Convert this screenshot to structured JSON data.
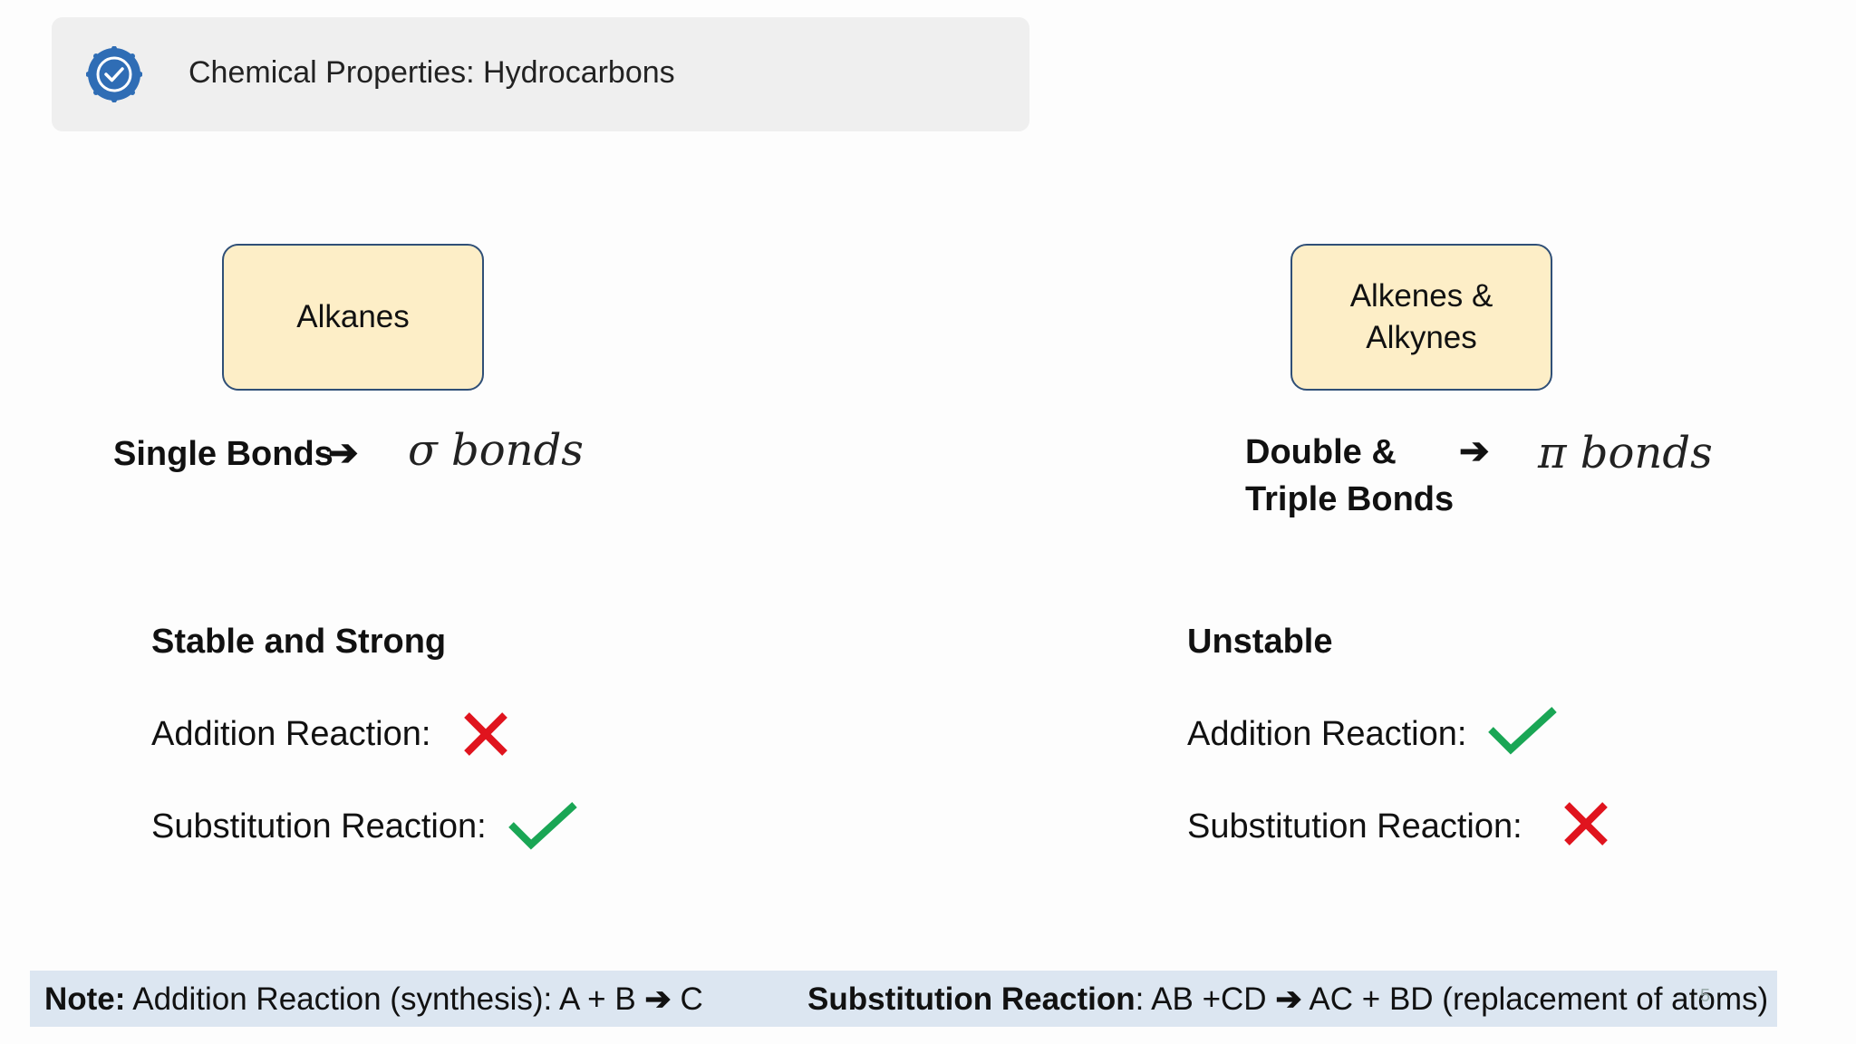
{
  "header": {
    "title": "Chemical Properties: Hydrocarbons",
    "badge_icon": "verified-badge-icon",
    "badge_color": "#2f6db5"
  },
  "left": {
    "box": {
      "lines": [
        "Alkanes"
      ]
    },
    "bond_label": [
      "Single Bonds"
    ],
    "arrow": "➔",
    "bond_type": "σ bonds",
    "property": "Stable and Strong",
    "addition_label": "Addition Reaction:",
    "addition_mark": "cross-icon",
    "substitution_label": "Substitution Reaction:",
    "substitution_mark": "check-icon"
  },
  "right": {
    "box": {
      "lines": [
        "Alkenes &",
        "Alkynes"
      ]
    },
    "bond_label": [
      "Double &",
      "Triple Bonds"
    ],
    "arrow": "➔",
    "bond_type": "π bonds",
    "property": "Unstable",
    "addition_label": "Addition Reaction:",
    "addition_mark": "check-icon",
    "substitution_label": "Substitution Reaction:",
    "substitution_mark": "cross-icon"
  },
  "note": {
    "prefix": "Note:",
    "addition_text": " Addition Reaction (synthesis): A + B ",
    "addition_arrow": "➔",
    "addition_result": " C",
    "substitution_prefix": "Substitution Reaction",
    "substitution_text": ": AB +CD ",
    "substitution_arrow": "➔",
    "substitution_result": " AC + BD (replacement of atoms)"
  },
  "page_number": "5",
  "colors": {
    "check": "#1aa655",
    "cross": "#e0141e",
    "box_fill": "#fdeec7",
    "box_border": "#2f4f77",
    "note_bar": "#dce6f1"
  }
}
